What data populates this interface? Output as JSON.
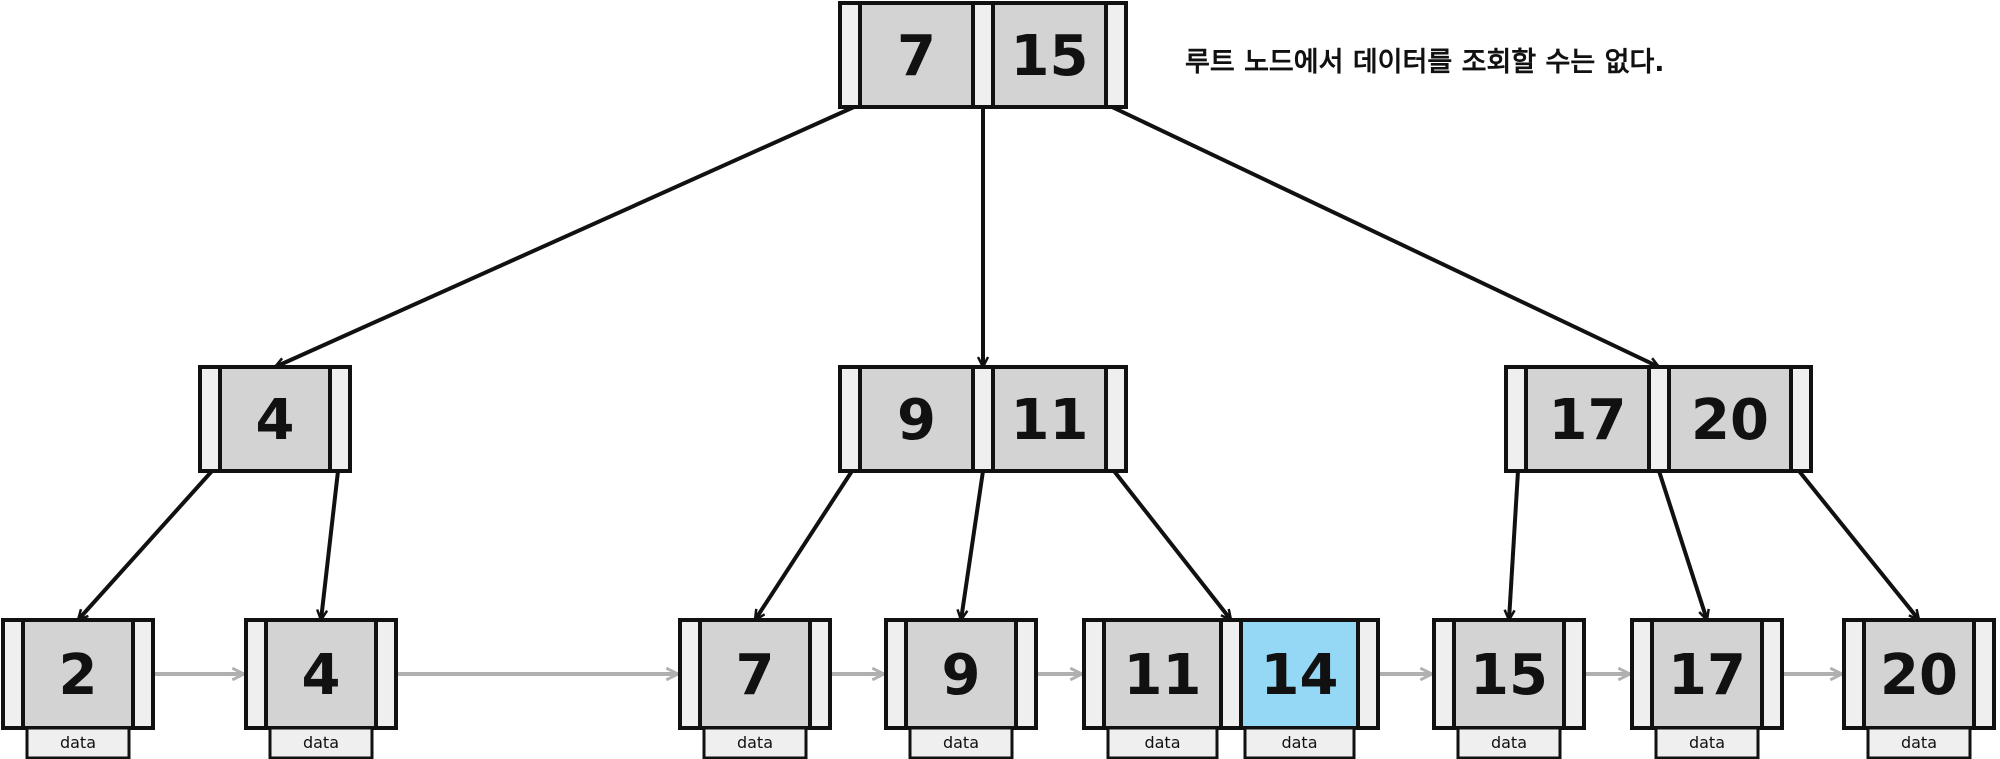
{
  "note": "루트 노드에서 데이터를 조회할 수는 없다.",
  "colors": {
    "key_fill": "#d3d3d3",
    "slot_fill": "#efefef",
    "highlight_fill": "#95d8f5",
    "stroke": "#111111",
    "leaf_link": "#b0b0b0"
  },
  "tree": {
    "root": {
      "keys": [
        "7",
        "15"
      ]
    },
    "internal": [
      {
        "keys": [
          "4"
        ]
      },
      {
        "keys": [
          "9",
          "11"
        ]
      },
      {
        "keys": [
          "17",
          "20"
        ]
      }
    ],
    "leaves": [
      {
        "keys": [
          "2"
        ],
        "data_label": "data"
      },
      {
        "keys": [
          "4"
        ],
        "data_label": "data"
      },
      {
        "keys": [
          "7"
        ],
        "data_label": "data"
      },
      {
        "keys": [
          "9"
        ],
        "data_label": "data"
      },
      {
        "keys": [
          "11",
          "14"
        ],
        "data_label": "data",
        "highlighted_key": "14"
      },
      {
        "keys": [
          "15"
        ],
        "data_label": "data"
      },
      {
        "keys": [
          "17"
        ],
        "data_label": "data"
      },
      {
        "keys": [
          "20"
        ],
        "data_label": "data"
      }
    ]
  }
}
